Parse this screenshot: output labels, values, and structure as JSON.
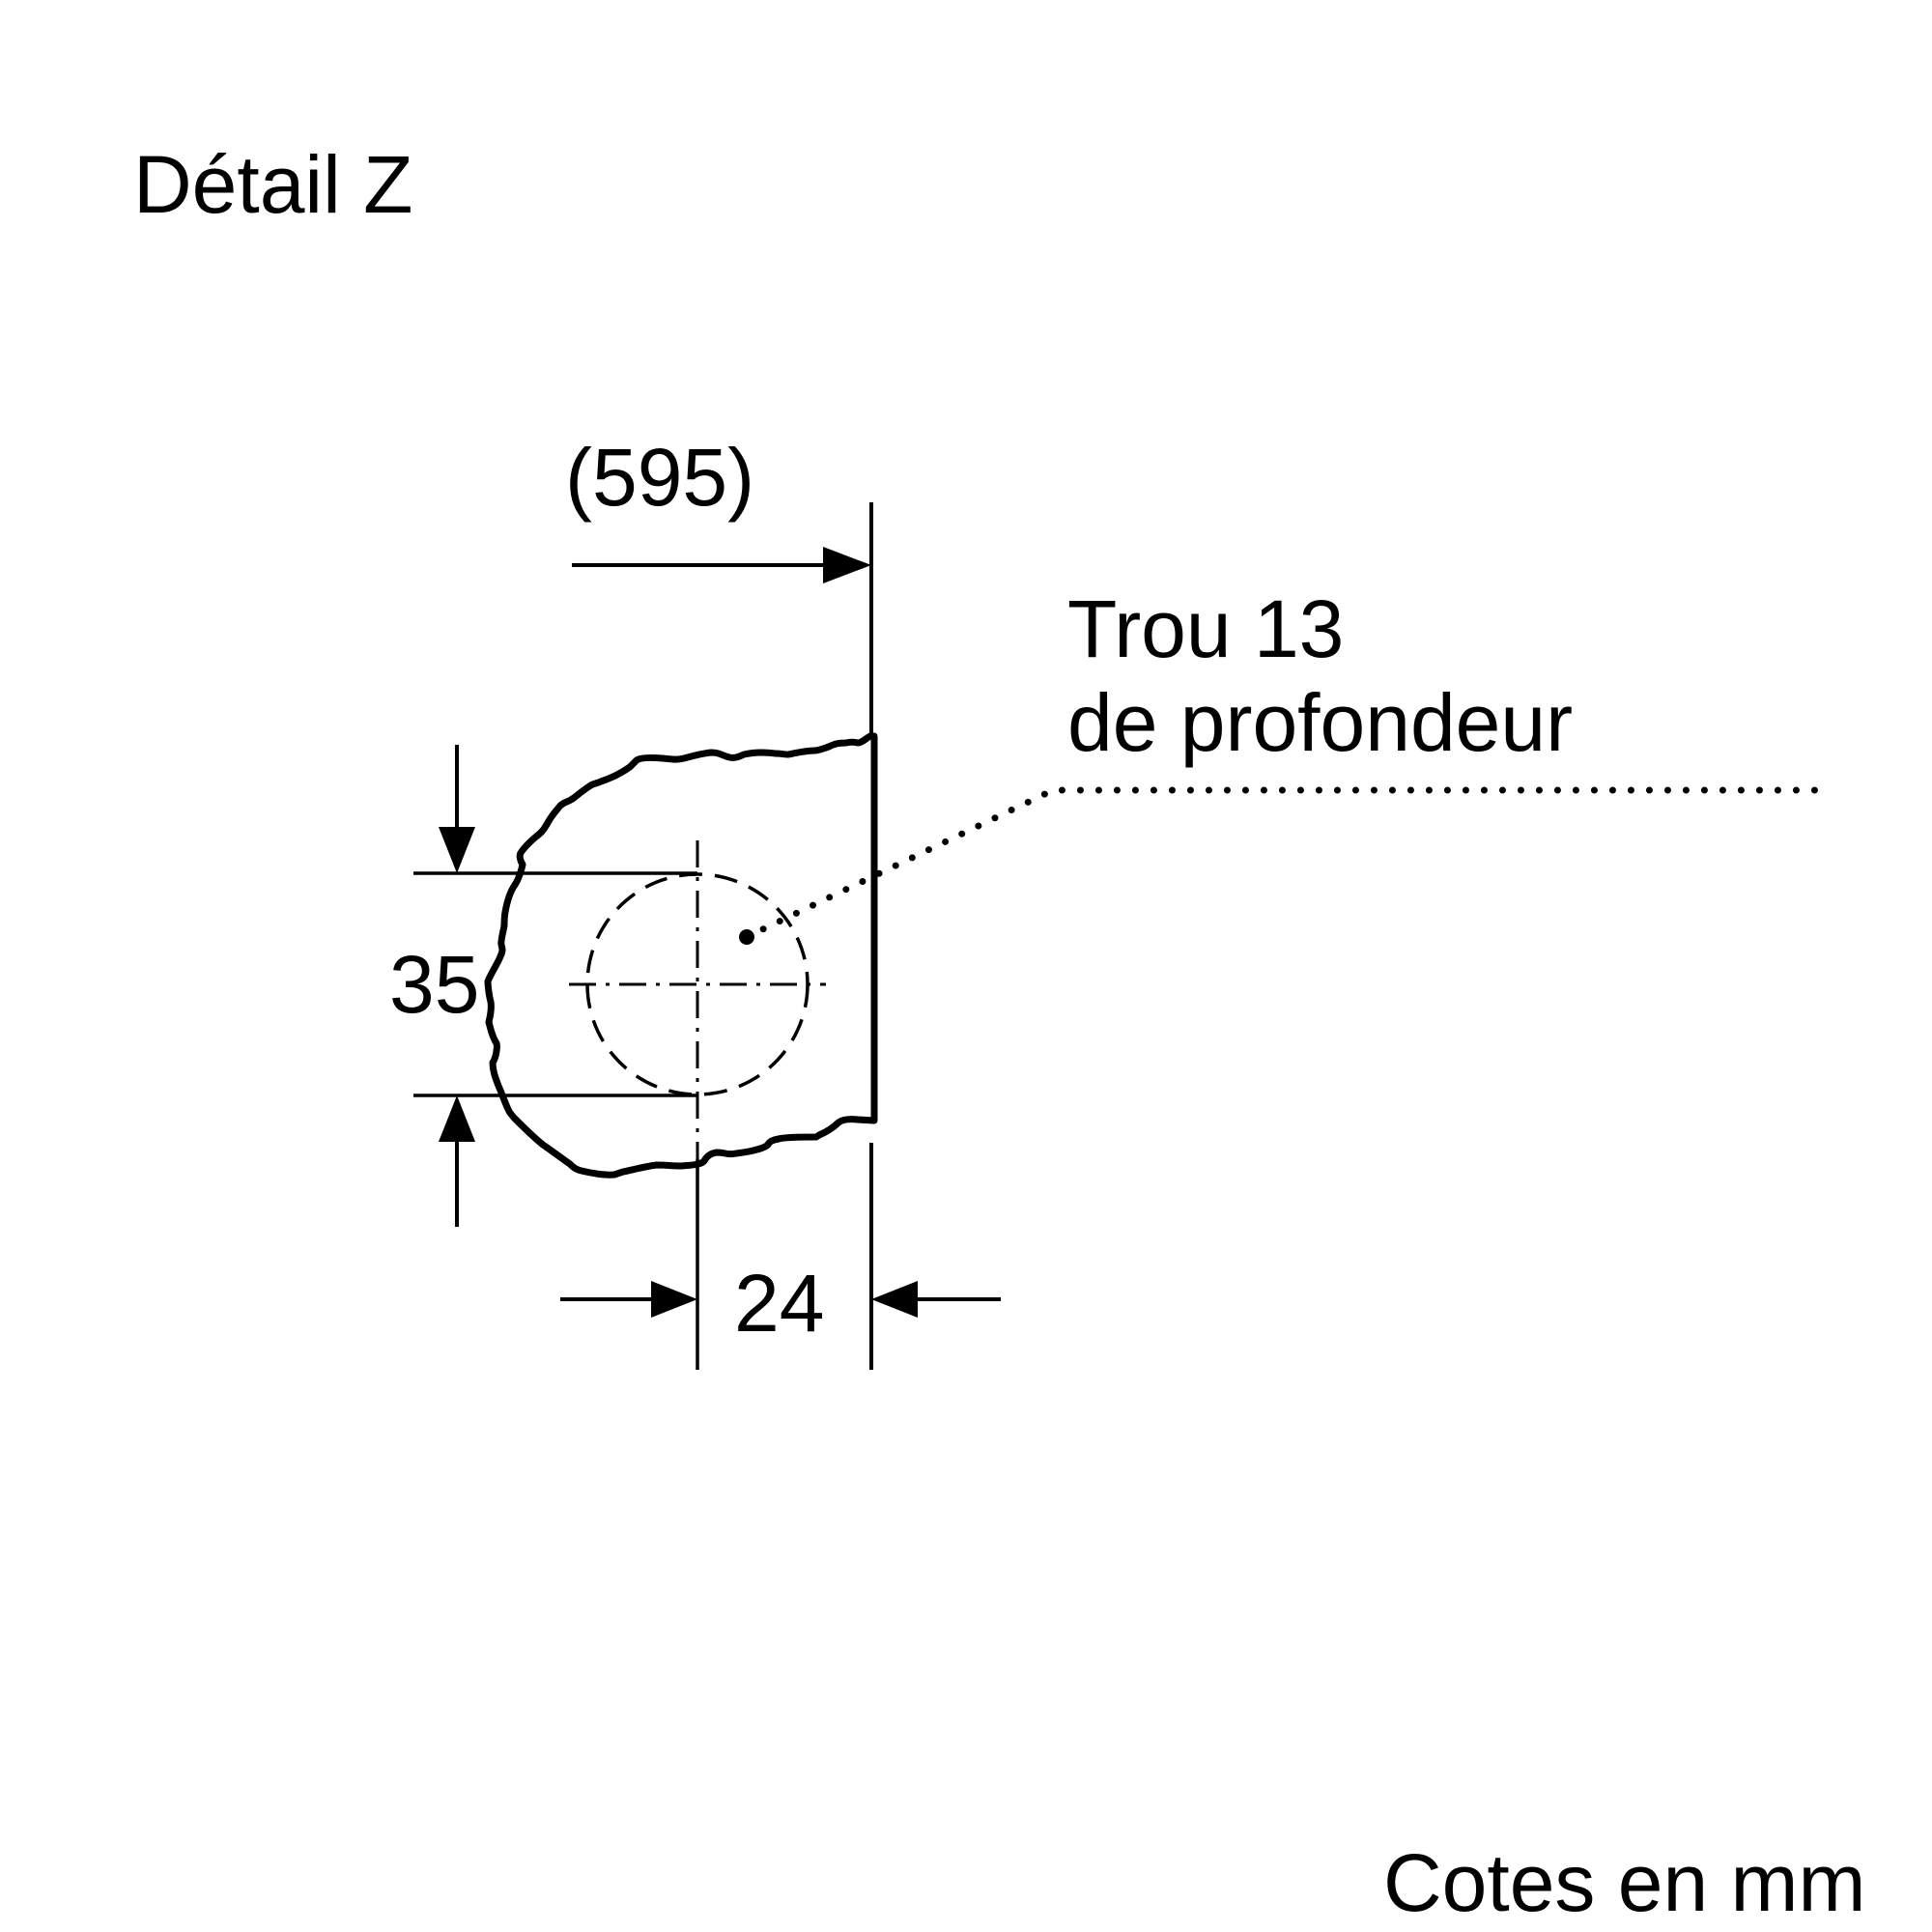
{
  "title": "Détail Z",
  "dimensions": {
    "overall": "(595)",
    "height": "35",
    "offset": "24"
  },
  "callout": {
    "line1": "Trou 13",
    "line2": "de profondeur"
  },
  "units_note": "Cotes en mm",
  "colors": {
    "ink": "#000000",
    "background": "#ffffff"
  }
}
